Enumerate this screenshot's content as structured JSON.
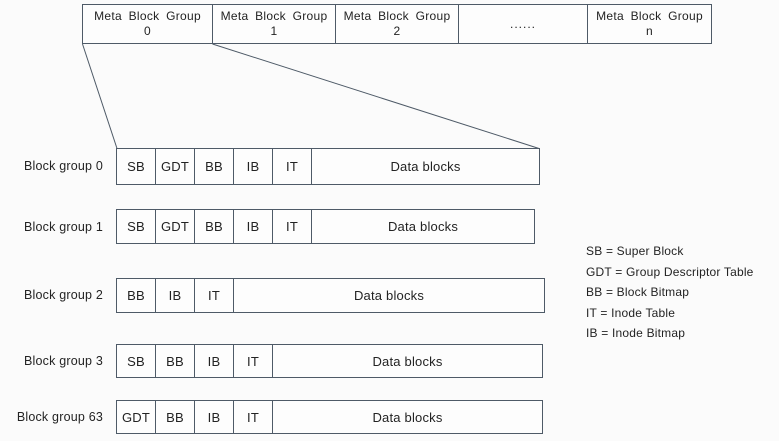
{
  "diagram": {
    "meta_row": {
      "cells": [
        {
          "title": "Meta Block Group",
          "index": "0"
        },
        {
          "title": "Meta Block Group",
          "index": "1"
        },
        {
          "title": "Meta Block Group",
          "index": "2"
        },
        {
          "title": "......",
          "index": ""
        },
        {
          "title": "Meta Block Group",
          "index": "n"
        }
      ]
    },
    "block_groups": [
      {
        "label": "Block group 0",
        "cells": [
          "SB",
          "GDT",
          "BB",
          "IB",
          "IT"
        ],
        "data_cell": "Data blocks"
      },
      {
        "label": "Block group 1",
        "cells": [
          "SB",
          "GDT",
          "BB",
          "IB",
          "IT"
        ],
        "data_cell": "Data blocks"
      },
      {
        "label": "Block group 2",
        "cells": [
          "BB",
          "IB",
          "IT"
        ],
        "data_cell": "Data blocks"
      },
      {
        "label": "Block group 3",
        "cells": [
          "SB",
          "BB",
          "IB",
          "IT"
        ],
        "data_cell": "Data blocks"
      },
      {
        "label": "Block group 63",
        "cells": [
          "GDT",
          "BB",
          "IB",
          "IT"
        ],
        "data_cell": "Data blocks"
      }
    ],
    "legend": {
      "items": [
        "SB = Super Block",
        "GDT = Group Descriptor Table",
        "BB = Block Bitmap",
        "IT = Inode Table",
        "IB = Inode Bitmap"
      ]
    },
    "colors": {
      "border": "#4e5a67",
      "text": "#232323",
      "background": "#fbfbfb",
      "box_fill": "#fdfdfd"
    }
  }
}
